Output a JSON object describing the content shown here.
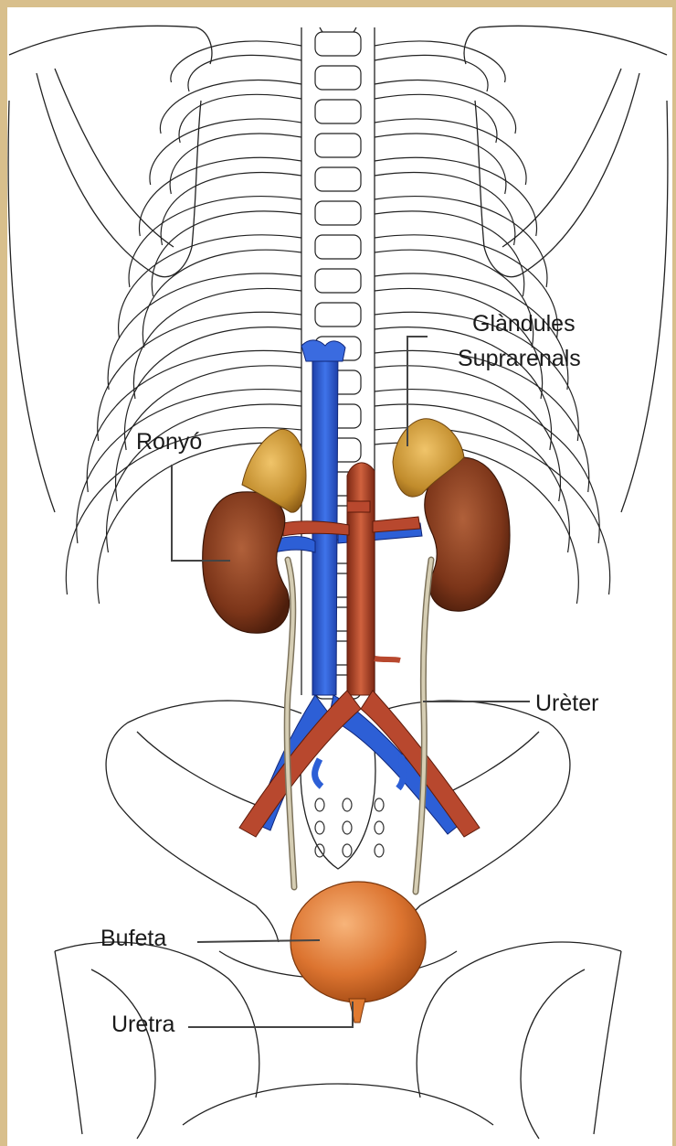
{
  "labels": {
    "glandules_line1": "Glàndules",
    "glandules_line2": "Suprarenals",
    "ronyo": "Ronyó",
    "ureter": "Urèter",
    "bufeta": "Bufeta",
    "uretra": "Uretra"
  },
  "colors": {
    "background_frame": "#d8bf8c",
    "vein": "#2d5fd6",
    "artery": "#b8482e",
    "kidney": "#8a3f22",
    "adrenal": "#d7a53a",
    "bladder": "#e07a30",
    "ureter": "#c9c0a4"
  }
}
